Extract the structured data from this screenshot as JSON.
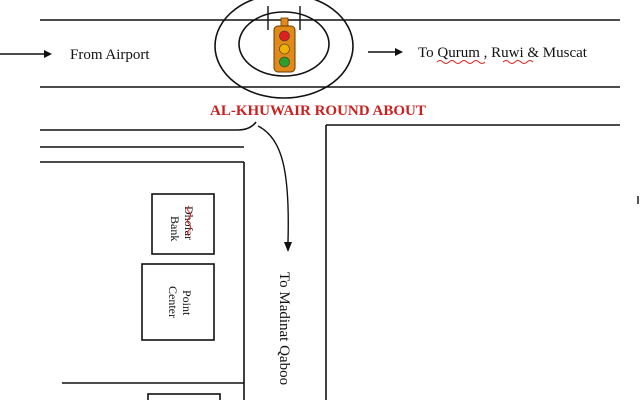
{
  "labels": {
    "from_airport": "From Airport",
    "to_qurum": "To Qurum , Ruwi & Muscat",
    "roundabout": "AL-KHUWAIR ROUND ABOUT",
    "to_madinat": "To Madinat Qaboo",
    "bank_line1": "Bank",
    "bank_line2": "Dhofar",
    "center_line1": "Center",
    "center_line2": "Point"
  },
  "colors": {
    "line": "#111111",
    "title": "#cc1f1f",
    "spell_underline": "#dd2222",
    "signal_housing": "#e08a1a",
    "signal_red": "#e02020",
    "signal_amber": "#f0b000",
    "signal_green": "#2aa02a"
  },
  "icons": {
    "traffic_light": "traffic-light-icon",
    "arrows": "arrow-right-icon"
  }
}
